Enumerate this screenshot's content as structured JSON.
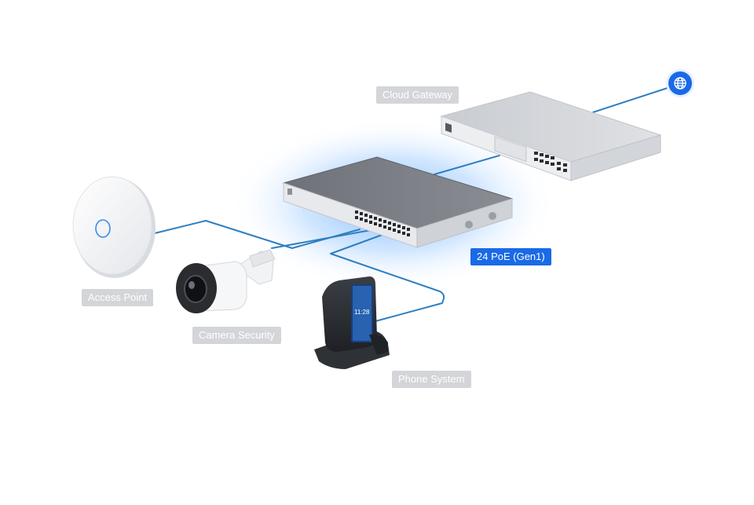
{
  "labels": {
    "cloud_gateway": "Cloud Gateway",
    "switch": "24 PoE (Gen1)",
    "access_point": "Access Point",
    "camera": "Camera Security",
    "phone": "Phone System"
  },
  "phone_screen_time": "11:28",
  "icons": {
    "internet": "globe-icon"
  },
  "colors": {
    "accent": "#1a6ae6",
    "cable": "#2f7fc1",
    "label_bg": "#d3d5d8",
    "glow": "#58a6ff"
  }
}
